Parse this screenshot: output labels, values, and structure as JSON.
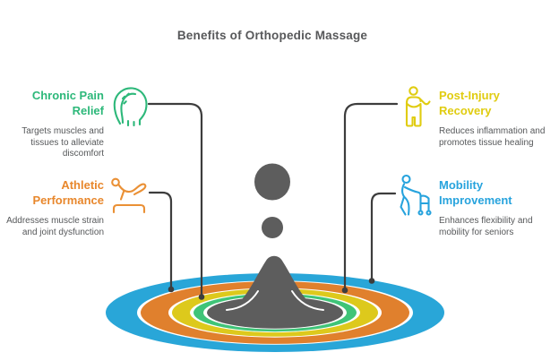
{
  "title": "Benefits of Orthopedic Massage",
  "benefits": [
    {
      "id": "chronic-pain-relief",
      "title": "Chronic Pain Relief",
      "description": "Targets muscles and tissues to alleviate discomfort",
      "accent_color": "#2db87a",
      "icon": "head-pain-icon",
      "side": "left"
    },
    {
      "id": "athletic-performance",
      "title": "Athletic Performance",
      "description": "Addresses muscle strain and joint dysfunction",
      "accent_color": "#e8872c",
      "icon": "massage-table-icon",
      "side": "left"
    },
    {
      "id": "post-injury-recovery",
      "title": "Post-Injury Recovery",
      "description": "Reduces inflammation and promotes tissue healing",
      "accent_color": "#e0cc10",
      "icon": "arm-sling-icon",
      "side": "right"
    },
    {
      "id": "mobility-improvement",
      "title": "Mobility Improvement",
      "description": "Enhances flexibility and mobility for seniors",
      "accent_color": "#27a3dd",
      "icon": "walker-icon",
      "side": "right"
    }
  ],
  "illustration": {
    "name": "water-drop-ripple",
    "ripple_colors": [
      "#29a6d8",
      "#e0802d",
      "#ddc91c",
      "#3fc478"
    ],
    "splash_color": "#5d5d5d",
    "connector_color": "#3d3d3d"
  }
}
